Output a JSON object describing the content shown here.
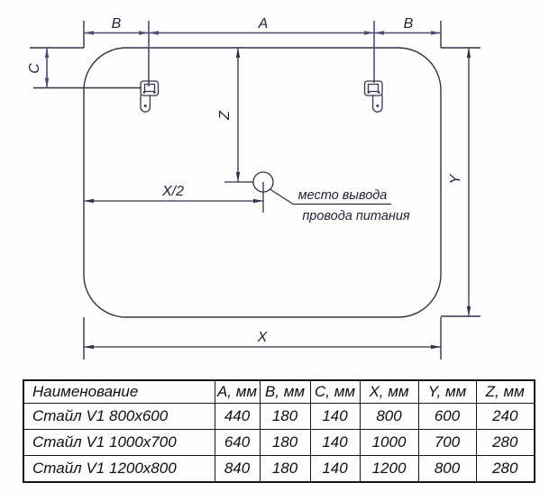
{
  "colors": {
    "background": "#fdfdfd",
    "ink_object": "#33304a",
    "ink_dimension": "#55467e",
    "ink_bracket": "#3a3658",
    "ink_text": "#24213a",
    "table_border": "#161616"
  },
  "drawing": {
    "labels": {
      "b_left": "B",
      "a": "A",
      "b_right": "B",
      "c": "C",
      "z": "Z",
      "x_half": "X/2",
      "x": "X",
      "y": "Y"
    },
    "callout": {
      "line1": "место вывода",
      "line2": "провода питания"
    }
  },
  "table": {
    "headers": [
      "Наименование",
      "A, мм",
      "B, мм",
      "C, мм",
      "X, мм",
      "Y, мм",
      "Z, мм"
    ],
    "rows": [
      [
        "Стайл V1 800x600",
        "440",
        "180",
        "140",
        "800",
        "600",
        "240"
      ],
      [
        "Стайл V1 1000x700",
        "640",
        "180",
        "140",
        "1000",
        "700",
        "280"
      ],
      [
        "Стайл V1 1200x800",
        "840",
        "180",
        "140",
        "1200",
        "800",
        "280"
      ]
    ]
  }
}
